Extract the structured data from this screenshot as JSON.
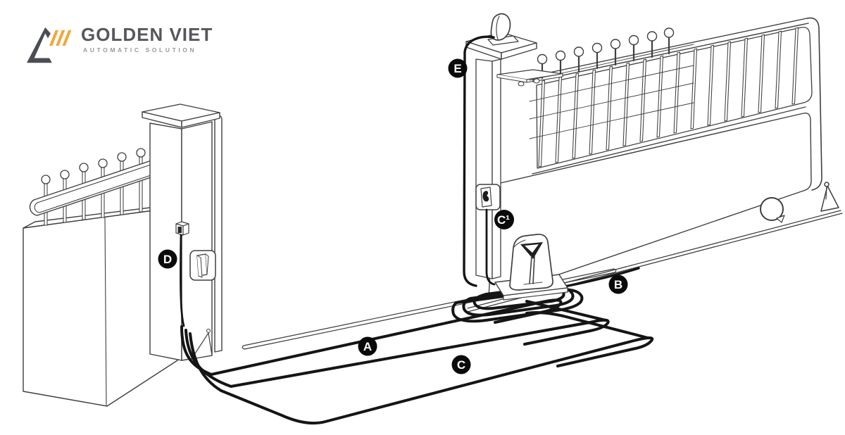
{
  "logo": {
    "brand": "GOLDEN VIET",
    "tagline": "AUTOMATIC SOLUTION",
    "accent_color": "#F2A73B",
    "text_color": "#55575B",
    "tagline_color": "#97999E"
  },
  "diagram": {
    "description": "Sliding gate automation installation diagram",
    "labels": {
      "a": "A",
      "b": "B",
      "c": "C",
      "c1": "C¹",
      "d": "D",
      "e": "E"
    },
    "line_color": "#3F3F3F",
    "cable_color": "#151515",
    "marker_bg": "#0A0A0A",
    "marker_fg": "#FFFFFF"
  }
}
